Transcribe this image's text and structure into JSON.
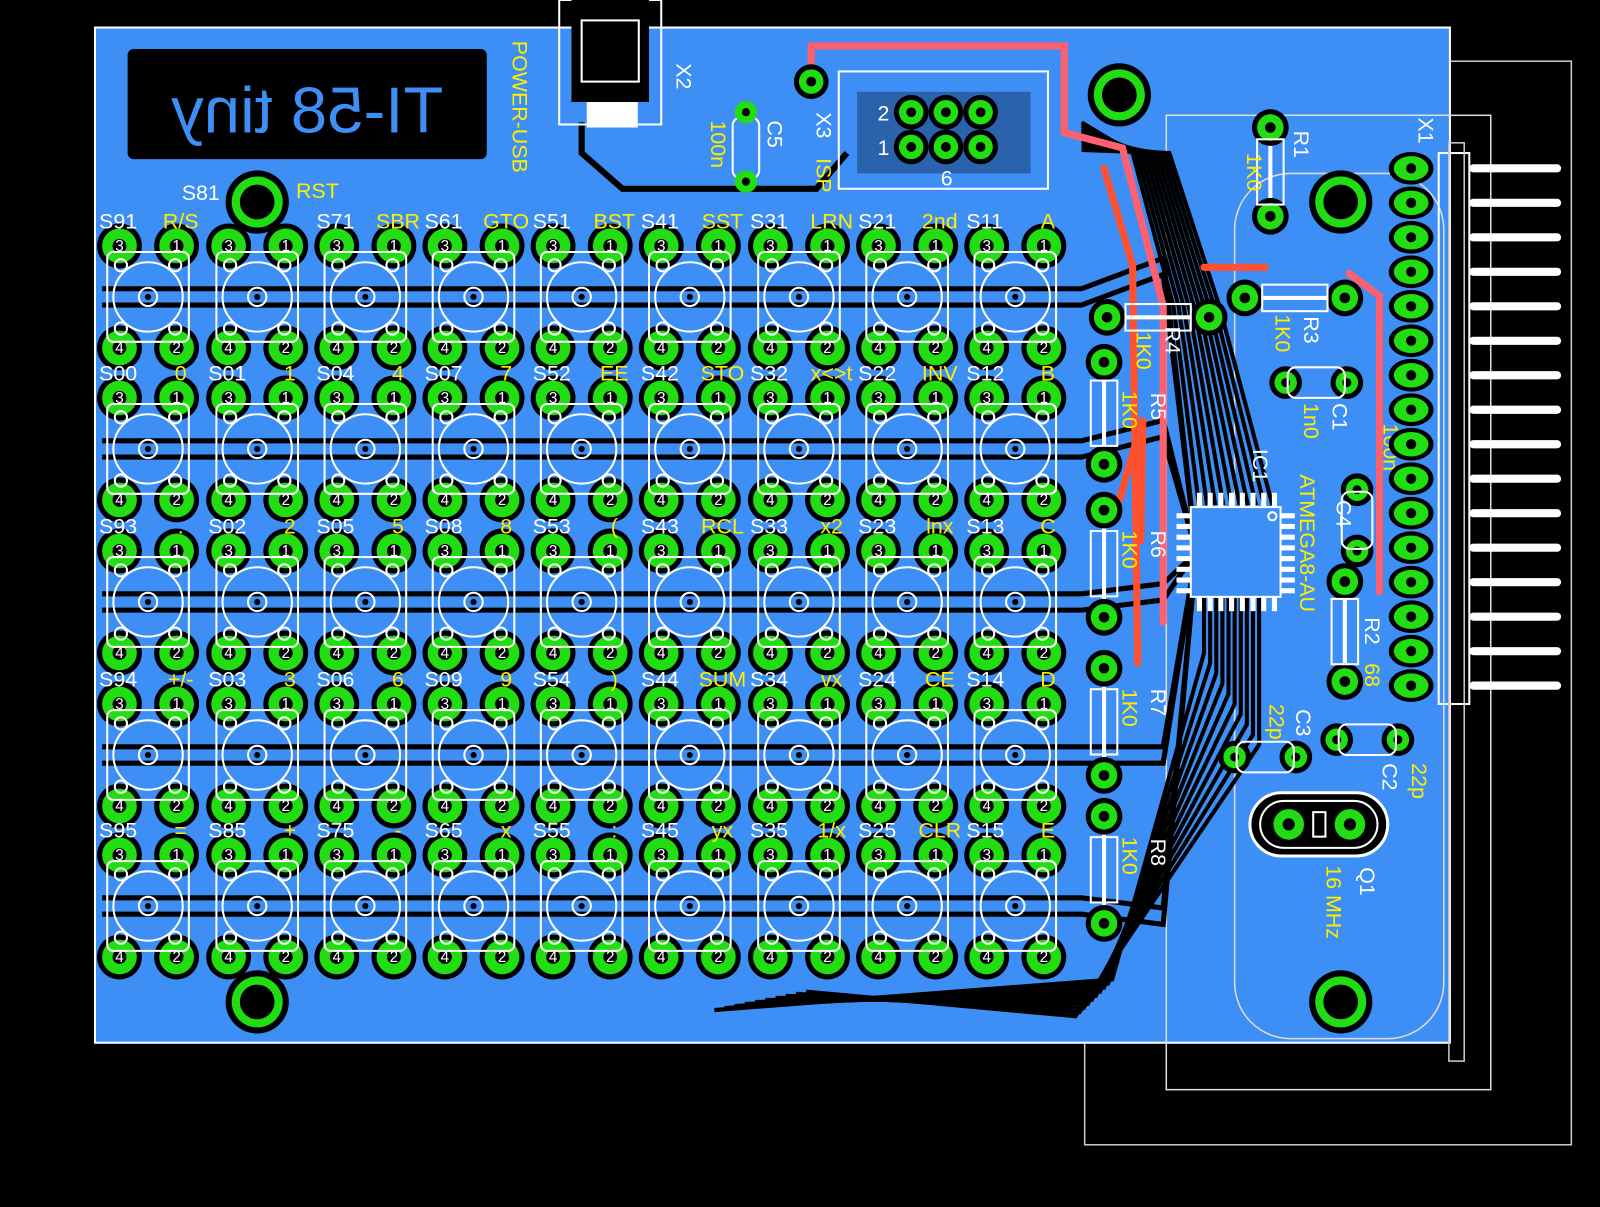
{
  "board": {
    "title": "TI-58 tiny",
    "colors": {
      "board": "#3d8ef5",
      "pad": "#22dd11",
      "silk": "#ffffff",
      "value_text": "#ffee00",
      "top_trace": "#ff5050",
      "background": "#000000"
    }
  },
  "labels": {
    "power_usb": "POWER-USB",
    "x2": "X2",
    "c5": "C5",
    "c5_value": "100n",
    "x3": "X3",
    "isp": "ISP",
    "isp_pin2": "2",
    "isp_pin1": "1",
    "isp_pin6": "6",
    "x1": "X1",
    "r1": "R1",
    "r1_value": "1K0",
    "r3": "R3",
    "r3_value": "1K0",
    "r4": "R4",
    "r4_value": "1K0",
    "r5": "R5",
    "r5_value": "1K0",
    "r6": "R6",
    "r6_value": "1K0",
    "r7": "R7",
    "r7_value": "1K0",
    "r8": "R8",
    "r8_value": "1K0",
    "r2": "R2",
    "r2_value": "68",
    "c1": "C1",
    "c1_value": "1n0",
    "c4": "C4",
    "c4_value": "100n",
    "c2": "C2",
    "c2_value": "22p",
    "c3": "C3",
    "c3_value": "22p",
    "ic1": "IC1",
    "ic1_value": "ATMEGA8-AU",
    "q1": "Q1",
    "q1_value": "16 MHz",
    "s81": "S81",
    "s81_value": "RST"
  },
  "pad_numbers": [
    "3",
    "1",
    "4",
    "2"
  ],
  "switches": [
    [
      {
        "name": "S91",
        "fn": "R/S"
      },
      {
        "name": "",
        "fn": ""
      },
      {
        "name": "S71",
        "fn": "SBR"
      },
      {
        "name": "S61",
        "fn": "GTO"
      },
      {
        "name": "S51",
        "fn": "BST"
      },
      {
        "name": "S41",
        "fn": "SST"
      },
      {
        "name": "S31",
        "fn": "LRN"
      },
      {
        "name": "S21",
        "fn": "2nd"
      },
      {
        "name": "S11",
        "fn": "A"
      }
    ],
    [
      {
        "name": "S00",
        "fn": "0"
      },
      {
        "name": "S01",
        "fn": "1"
      },
      {
        "name": "S04",
        "fn": "4"
      },
      {
        "name": "S07",
        "fn": "7"
      },
      {
        "name": "S52",
        "fn": "EE"
      },
      {
        "name": "S42",
        "fn": "STO"
      },
      {
        "name": "S32",
        "fn": "x<>t"
      },
      {
        "name": "S22",
        "fn": "INV"
      },
      {
        "name": "S12",
        "fn": "B"
      }
    ],
    [
      {
        "name": "S93",
        "fn": "."
      },
      {
        "name": "S02",
        "fn": "2"
      },
      {
        "name": "S05",
        "fn": "5"
      },
      {
        "name": "S08",
        "fn": "8"
      },
      {
        "name": "S53",
        "fn": "("
      },
      {
        "name": "S43",
        "fn": "RCL"
      },
      {
        "name": "S33",
        "fn": "x2"
      },
      {
        "name": "S23",
        "fn": "lnx"
      },
      {
        "name": "S13",
        "fn": "C"
      }
    ],
    [
      {
        "name": "S94",
        "fn": "+/-"
      },
      {
        "name": "S03",
        "fn": "3"
      },
      {
        "name": "S06",
        "fn": "6"
      },
      {
        "name": "S09",
        "fn": "9"
      },
      {
        "name": "S54",
        "fn": ")"
      },
      {
        "name": "S44",
        "fn": "SUM"
      },
      {
        "name": "S34",
        "fn": "vx"
      },
      {
        "name": "S24",
        "fn": "CE"
      },
      {
        "name": "S14",
        "fn": "D"
      }
    ],
    [
      {
        "name": "S95",
        "fn": "="
      },
      {
        "name": "S85",
        "fn": "+"
      },
      {
        "name": "S75",
        "fn": "-"
      },
      {
        "name": "S65",
        "fn": "x"
      },
      {
        "name": "S55",
        "fn": ":"
      },
      {
        "name": "S45",
        "fn": "yx"
      },
      {
        "name": "S35",
        "fn": "1/x"
      },
      {
        "name": "S25",
        "fn": "CLR"
      },
      {
        "name": "S15",
        "fn": "E"
      }
    ]
  ]
}
